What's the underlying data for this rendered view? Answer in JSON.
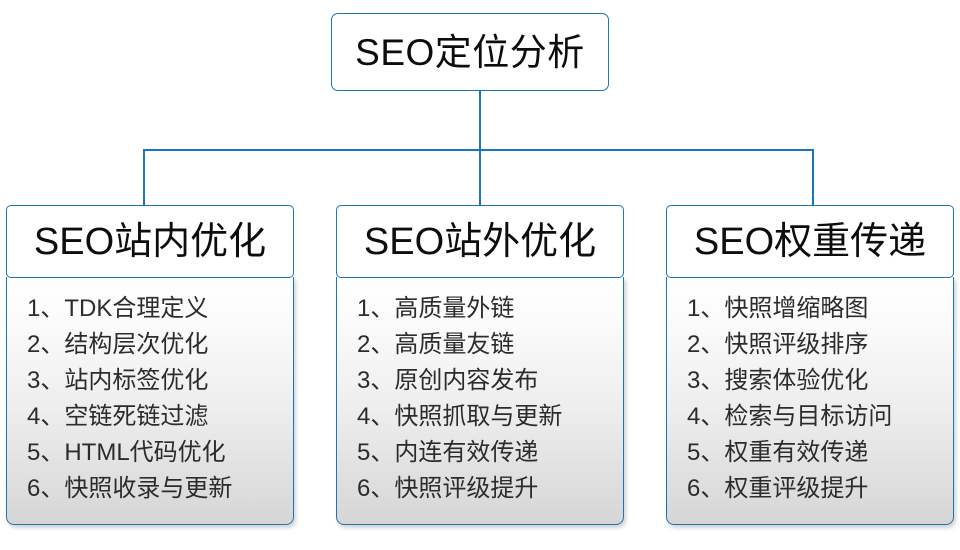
{
  "diagram": {
    "type": "org-tree",
    "root": {
      "label": "SEO定位分析"
    },
    "columns": [
      {
        "title": "SEO站内优化",
        "items": [
          "1、TDK合理定义",
          "2、结构层次优化",
          "3、站内标签优化",
          "4、空链死链过滤",
          "5、HTML代码优化",
          "6、快照收录与更新"
        ]
      },
      {
        "title": "SEO站外优化",
        "items": [
          "1、高质量外链",
          "2、高质量友链",
          "3、原创内容发布",
          "4、快照抓取与更新",
          "5、内连有效传递",
          "6、快照评级提升"
        ]
      },
      {
        "title": "SEO权重传递",
        "items": [
          "1、快照增缩略图",
          "2、快照评级排序",
          "3、搜索体验优化",
          "4、检索与目标访问",
          "5、权重有效传递",
          "6、权重评级提升"
        ]
      }
    ],
    "colors": {
      "border": "#1b75bb",
      "root_background": "#ffffff",
      "header_background": "#ffffff",
      "body_gradient_top": "#ffffff",
      "body_gradient_bottom": "#d6d6d6",
      "title_text": "#0d0d0d",
      "item_text": "#2c2c2c",
      "page_background": "#ffffff"
    }
  }
}
